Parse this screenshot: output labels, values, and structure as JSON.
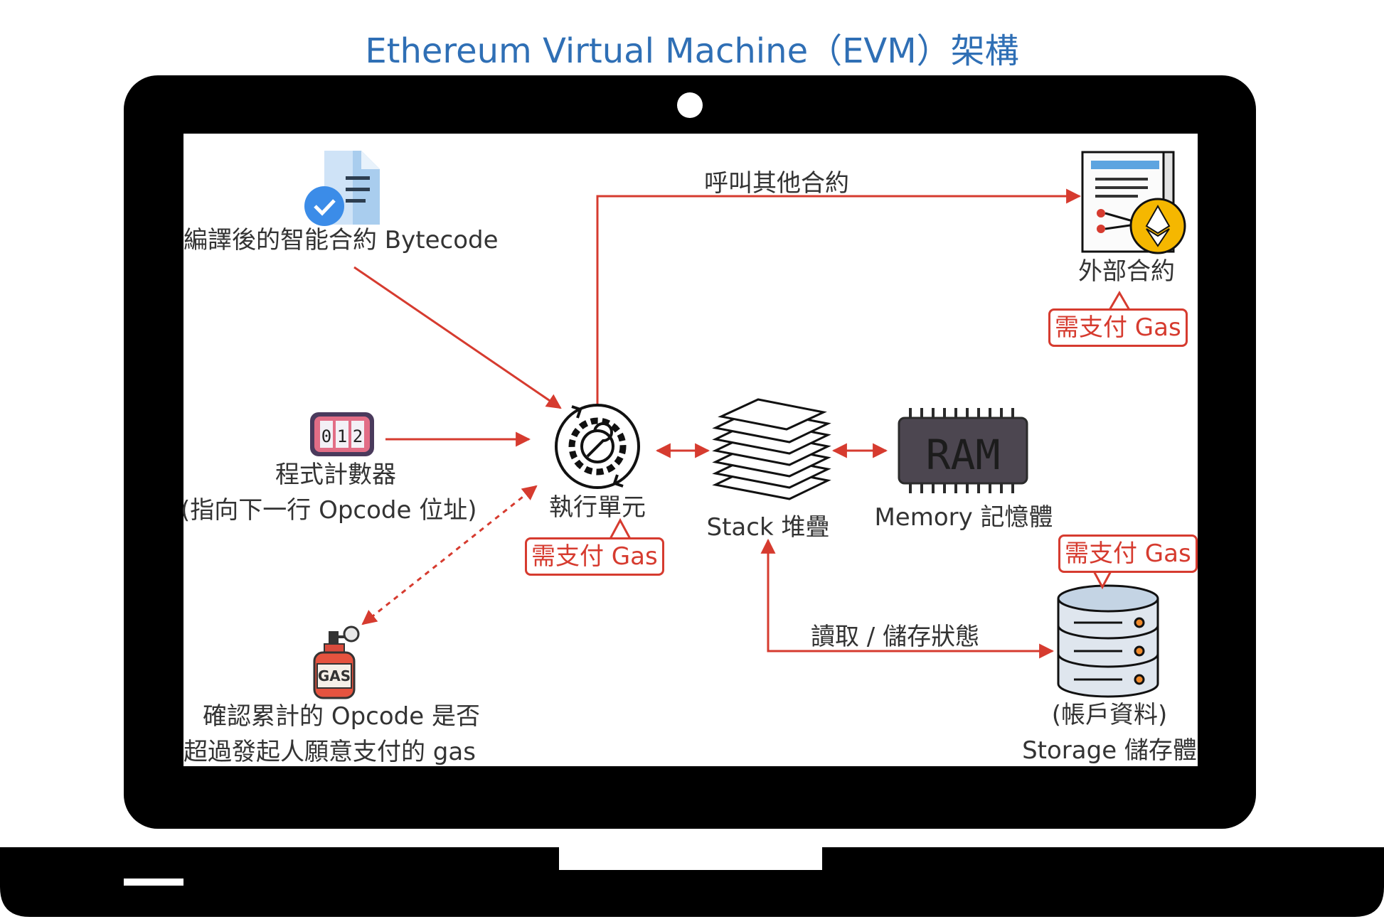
{
  "title": "Ethereum Virtual Machine（EVM）架構",
  "colors": {
    "title": "#2f6fb5",
    "arrow": "#d63b2f",
    "text": "#333333",
    "laptop": "#000000"
  },
  "nodes": {
    "bytecode": {
      "label": "編譯後的智能合約 Bytecode",
      "icon": "document-check-icon"
    },
    "counter": {
      "line1": "程式計數器",
      "line2": "(指向下一行 Opcode 位址)",
      "icon": "counter-icon",
      "digits": "0 1 2"
    },
    "gas": {
      "line1": "確認累計的 Opcode 是否",
      "line2": "超過發起人願意支付的 gas",
      "icon": "gas-canister-icon",
      "icon_text": "GAS"
    },
    "exec": {
      "label": "執行單元",
      "icon": "gear-wrench-icon"
    },
    "stack": {
      "label": "Stack 堆疊",
      "icon": "paper-stack-icon"
    },
    "memory": {
      "label": "Memory 記憶體",
      "icon": "ram-chip-icon",
      "icon_text": "RAM"
    },
    "external": {
      "label": "外部合約",
      "icon": "ethereum-contract-icon"
    },
    "storage": {
      "line1": "(帳戶資料)",
      "line2": "Storage 儲存體",
      "icon": "database-icon"
    }
  },
  "edges": {
    "call_label": "呼叫其他合約",
    "storage_label": "讀取 / 儲存狀態"
  },
  "badges": {
    "exec": "需支付 Gas",
    "external": "需支付 Gas",
    "storage": "需支付 Gas"
  }
}
